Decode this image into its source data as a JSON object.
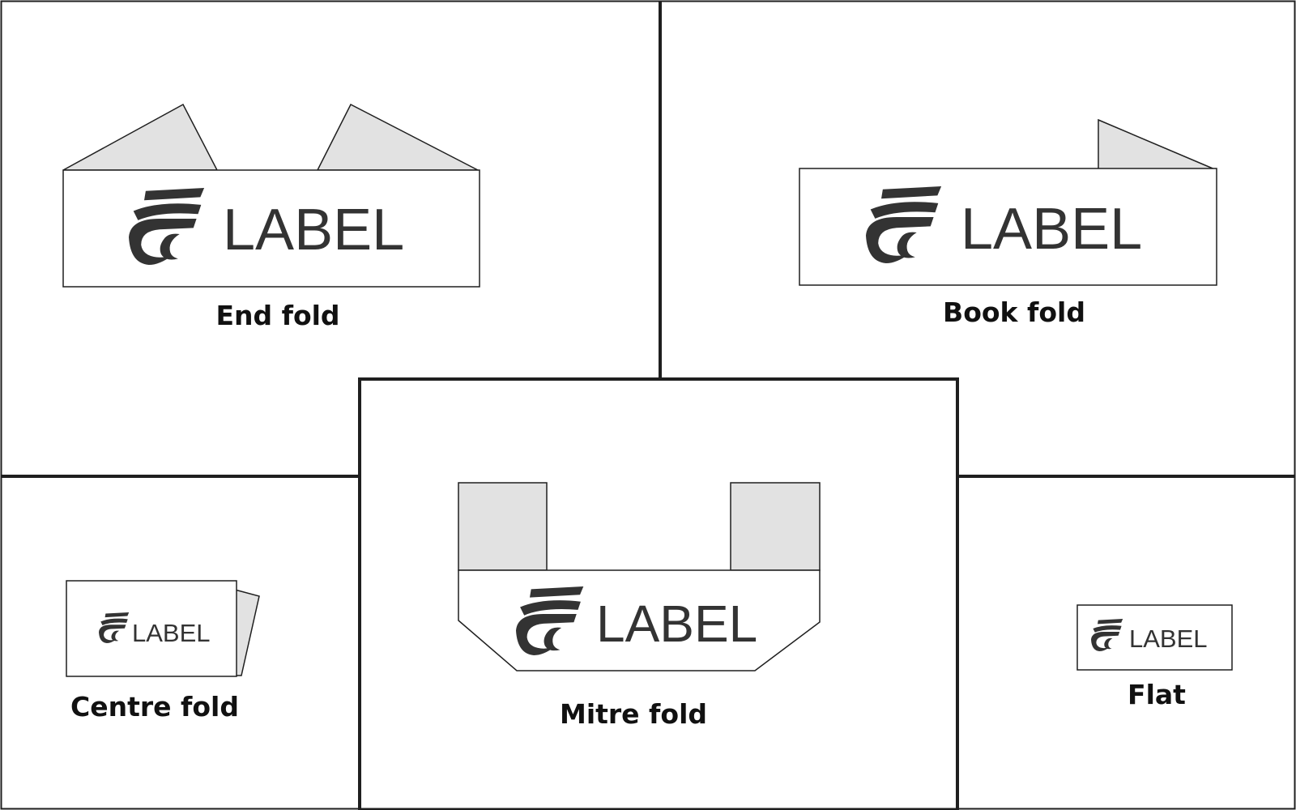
{
  "brand_text": "LABEL",
  "captions": {
    "end_fold": "End fold",
    "book_fold": "Book fold",
    "centre_fold": "Centre fold",
    "mitre_fold": "Mitre fold",
    "flat": "Flat"
  },
  "colors": {
    "background": "#ffffff",
    "border": "#1f1f1f",
    "fold_fill": "#e2e2e2",
    "logo": "#333333"
  }
}
